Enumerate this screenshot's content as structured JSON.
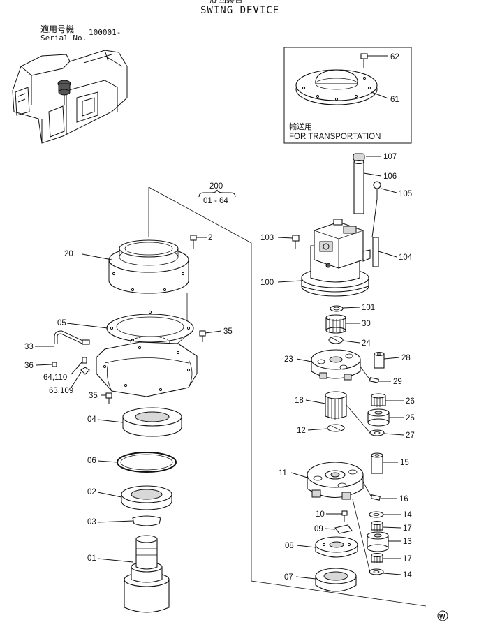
{
  "header": {
    "title_jp": "旋回装置",
    "title": "SWING DEVICE",
    "serial_label_jp": "適用号機",
    "serial_label": "Serial No.",
    "serial_value": "100001-"
  },
  "transport_box": {
    "label_jp": "輸送用",
    "label": "FOR TRANSPORTATION",
    "parts": [
      "62",
      "61"
    ]
  },
  "assembly": {
    "number": "200",
    "range": "01 - 64"
  },
  "callouts": {
    "p01": "01",
    "p02": "02",
    "p03": "03",
    "p04": "04",
    "p05": "05",
    "p06": "06",
    "p07": "07",
    "p08": "08",
    "p09": "09",
    "p10": "10",
    "p11": "11",
    "p12": "12",
    "p13": "13",
    "p14a": "14",
    "p14b": "14",
    "p15": "15",
    "p16": "16",
    "p17a": "17",
    "p17b": "17",
    "p18": "18",
    "p20": "20",
    "p23": "23",
    "p24": "24",
    "p25": "25",
    "p26": "26",
    "p27": "27",
    "p28": "28",
    "p29": "29",
    "p30": "30",
    "p33": "33",
    "p35a": "35",
    "p35b": "35",
    "p36": "36",
    "p64_110": "64,110",
    "p63_109": "63,109",
    "p2": "2",
    "p100": "100",
    "p101": "101",
    "p103": "103",
    "p104": "104",
    "p105": "105",
    "p106": "106",
    "p107": "107"
  },
  "mark": "W"
}
